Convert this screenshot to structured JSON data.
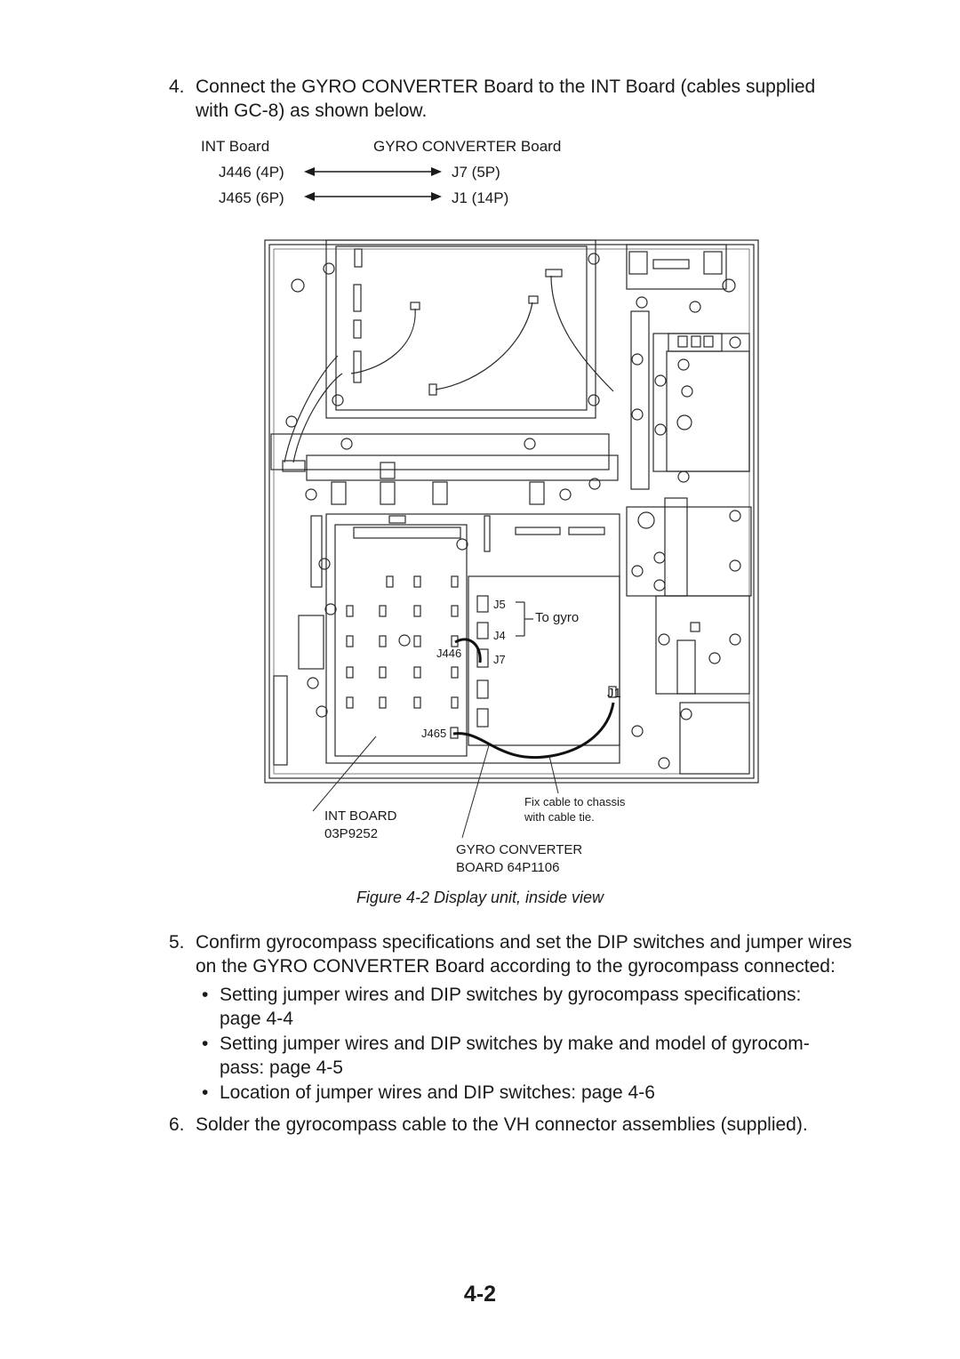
{
  "step4": {
    "number": "4.",
    "line1": "Connect the GYRO CONVERTER Board to the INT Board (cables supplied",
    "line2": "with GC-8) as shown below."
  },
  "mapping": {
    "left_header": "INT Board",
    "right_header": "GYRO CONVERTER Board",
    "rows": [
      {
        "left": "J446 (4P)",
        "right": "J7 (5P)"
      },
      {
        "left": "J465 (6P)",
        "right": "J1 (14P)"
      }
    ]
  },
  "figure": {
    "labels": {
      "j5": "J5",
      "j4": "J4",
      "to_gyro": "To gyro",
      "j446": "J446",
      "j7": "J7",
      "j1": "J1",
      "j465": "J465",
      "fix_cable_1": "Fix cable to chassis",
      "fix_cable_2": "with cable tie.",
      "int_board_1": "INT BOARD",
      "int_board_2": "03P9252",
      "gyro_board_1": "GYRO CONVERTER",
      "gyro_board_2": "BOARD 64P1106"
    },
    "caption": "Figure 4-2 Display unit, inside view"
  },
  "step5": {
    "number": "5.",
    "line1": "Confirm gyrocompass specifications and set the DIP switches and jumper wires",
    "line2": "on the GYRO CONVERTER Board according to the gyrocompass connected:"
  },
  "bullets": [
    {
      "line1": "Setting jumper wires and DIP switches by gyrocompass specifications:",
      "line2": "page 4-4"
    },
    {
      "line1": "Setting jumper wires and DIP switches by make and model of gyrocom-",
      "line2": "pass: page 4-5"
    },
    {
      "line1": "Location of jumper wires and DIP switches: page 4-6",
      "line2": ""
    }
  ],
  "bullet_symbol": "•",
  "step6": {
    "number": "6.",
    "line1": "Solder the gyrocompass cable to the VH connector assemblies (supplied)."
  },
  "page_number": "4-2"
}
